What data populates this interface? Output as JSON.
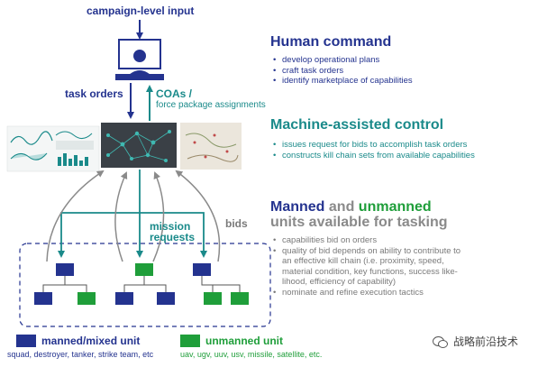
{
  "diagram": {
    "campaign_input": "campaign-level input",
    "task_orders": "task orders",
    "coas_line1": "COAs /",
    "coas_line2": "force package assignments",
    "mission_line1": "mission",
    "mission_line2": "requests",
    "bids": "bids"
  },
  "sections": {
    "human": {
      "title": "Human command",
      "bullets": [
        "develop operational plans",
        "craft task orders",
        "identify marketplace of capabilities"
      ]
    },
    "machine": {
      "title": "Machine-assisted control",
      "bullets": [
        "issues request for bids to accomplish task orders",
        "constructs kill chain sets from available capabilities"
      ]
    },
    "units": {
      "title_part1": "Manned",
      "title_part2": " and ",
      "title_part3": "unmanned",
      "title_line2": "units available for tasking",
      "bullets": [
        "capabilities bid on orders",
        "quality of bid depends on ability to contribute to an effective kill chain (i.e. proximity, speed, material condition, key functions, success like-lihood, efficiency of capability)",
        "nominate and refine execution tactics"
      ]
    }
  },
  "legend": {
    "manned_label": "manned/mixed unit",
    "manned_examples": "squad, destroyer, tanker, strike team, etc",
    "unmanned_label": "unmanned unit",
    "unmanned_examples": "uav, ugv, uuv, usv, missile, satellite, etc."
  },
  "watermark": "战略前沿技术",
  "colors": {
    "manned": "#24338f",
    "unmanned": "#1f9e3a",
    "teal": "#1a8a8a",
    "gray": "#8a8a8a"
  }
}
